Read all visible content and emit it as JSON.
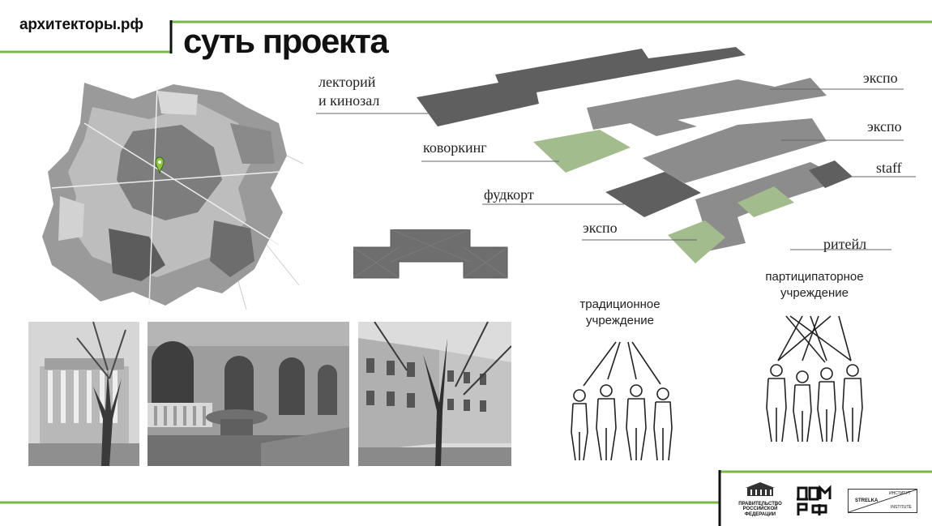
{
  "header": {
    "site": "архитекторы.рф",
    "title": "суть проекта"
  },
  "diagram_labels": {
    "lectorium": "лекторий\nи кинозал",
    "coworking": "коворкинг",
    "foodcourt": "фудкорт",
    "expo_left": "экспо",
    "expo_top": "экспо",
    "expo_mid": "экспо",
    "staff": "staff",
    "retail": "ритейл"
  },
  "comparison": {
    "traditional": "традиционное\nучреждение",
    "participatory": "партиципаторное\nучреждение"
  },
  "footer": {
    "gov_logo": "ПРАВИТЕЛЬСТВО\nРОССИЙСКОЙ\nФЕДЕРАЦИИ",
    "dom_logo": "ДОМ РФ",
    "strelka_left": "STRELKA",
    "strelka_top": "ИНСТИТУТ",
    "strelka_bottom": "INSTITUTE"
  },
  "colors": {
    "accent_green": "#7ab648",
    "dark_block": "#5f5f5f",
    "mid_block": "#8c8c8c",
    "green_block": "#a3bc8e"
  }
}
